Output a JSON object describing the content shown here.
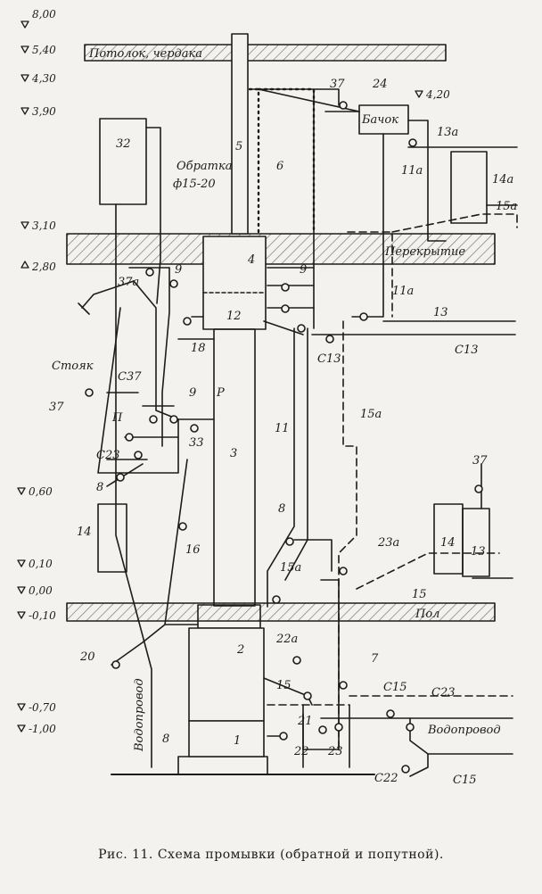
{
  "colors": {
    "ink": "#1c1c1c",
    "paper": "#f3f2ee",
    "hatch": "#7a7a7a"
  },
  "levels": [
    "8,00",
    "5,40",
    "4,30",
    "3,90",
    "3,10",
    "2,80",
    "0,60",
    "0,10",
    "0,00",
    "-0,10",
    "-0,70",
    "-1,00",
    "4,20"
  ],
  "labels": {
    "ceiling": "Потолок, чердака",
    "floor_slab": "Перекрытие",
    "floor": "Пол",
    "water_left": "Водопровод",
    "water_right": "Водопровод",
    "return_line": "Обратка",
    "return_dia": "ф15-20",
    "riser": "Стояк",
    "tank": "Бачок"
  },
  "numbers": {
    "n32": "32",
    "n5": "5",
    "n6": "6",
    "n4": "4",
    "n3": "3",
    "n2": "2",
    "n1": "1",
    "n12": "12",
    "n24": "24",
    "n37a": "37",
    "n13a": "13а",
    "n14a": "14а",
    "n15a": "15а",
    "n11a": "11а",
    "n9a": "9",
    "n9b": "9",
    "n9c": "9",
    "n11a2": "11а",
    "n13": "13",
    "c13a": "С13",
    "c13b": "С13",
    "n18": "18",
    "n37b": "37а",
    "n37c": "37",
    "c37": "С37",
    "p": "Р",
    "pp": "П",
    "c23": "С23",
    "n33": "33",
    "n8a": "8",
    "n11": "11",
    "n15b": "15а",
    "n37d": "37",
    "n14": "14",
    "n16": "16",
    "n8b": "8",
    "n23a": "23а",
    "n14b": "14",
    "n13b": "13",
    "n15c": "15а",
    "n15d": "15",
    "n20": "20",
    "n22a": "22а",
    "n7": "7",
    "n15e": "15",
    "c15a": "С15",
    "c23b": "С23",
    "n21": "21",
    "n22": "22",
    "n23": "23",
    "n8c": "8",
    "c22": "С22",
    "c15b": "С15"
  },
  "caption": "Рис. 11. Схема промывки (обратной и попутной)."
}
